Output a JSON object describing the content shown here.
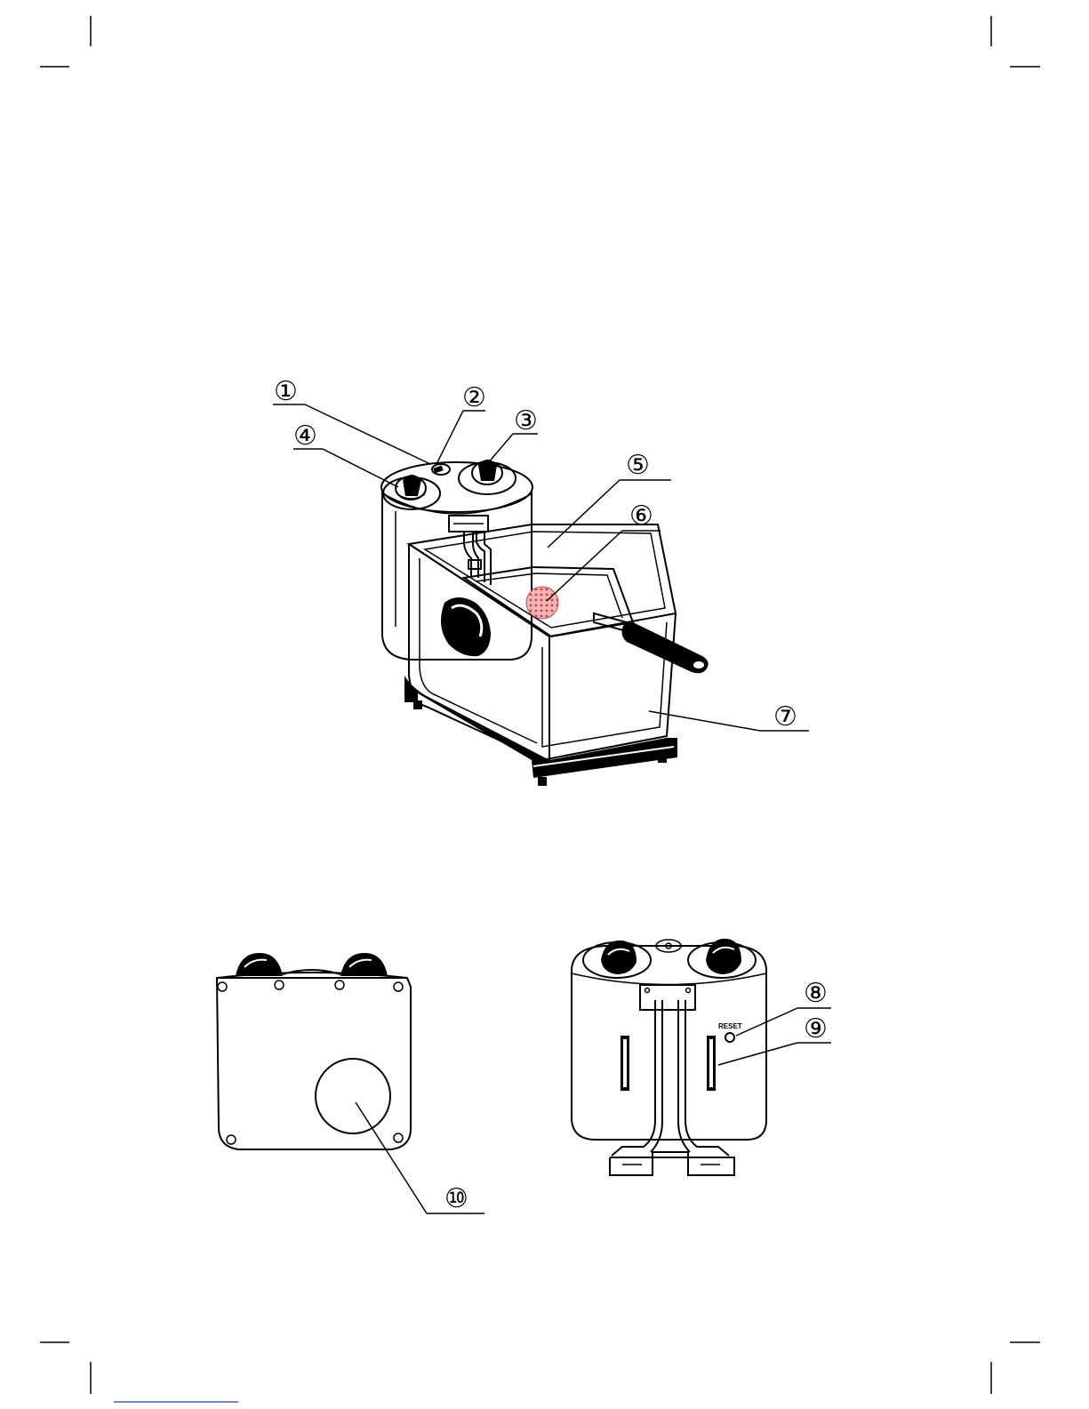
{
  "callouts": {
    "c1": "①",
    "c2": "②",
    "c3": "③",
    "c4": "④",
    "c5": "⑤",
    "c6": "⑥",
    "c7": "⑦",
    "c8": "⑧",
    "c9": "⑨",
    "c10": "⑩"
  },
  "labels": {
    "reset": "RESET"
  },
  "colors": {
    "ink": "#000000",
    "paper": "#ffffff",
    "window_dot": "#e05a5a"
  }
}
